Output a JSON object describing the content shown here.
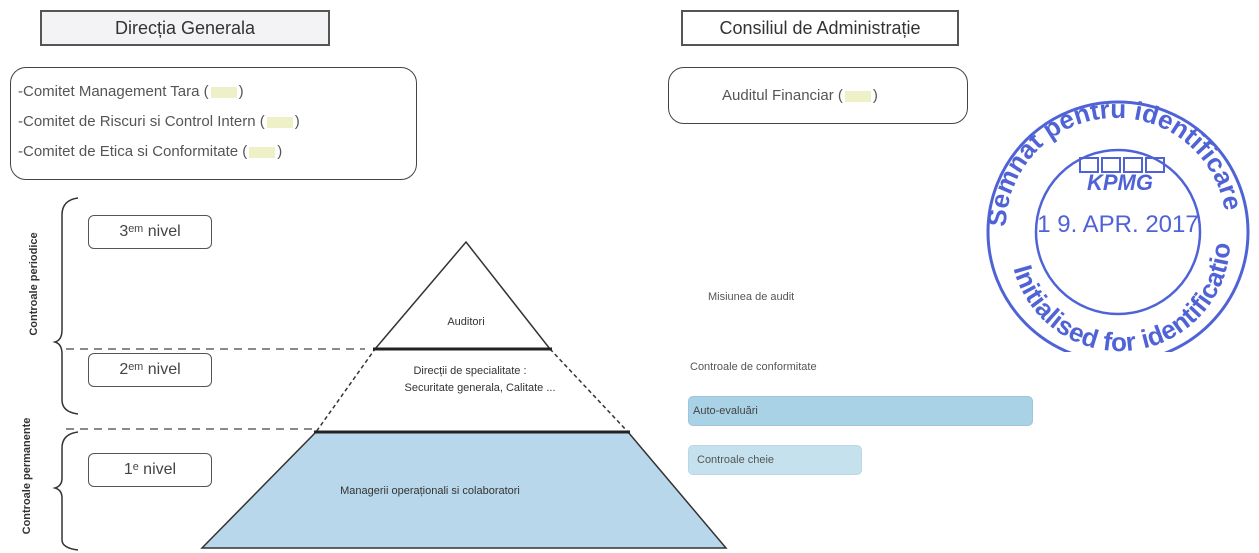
{
  "header_left": "Direcția Generala",
  "header_right": "Consiliul de Administrație",
  "committees": [
    {
      "label": "Comitet Management Tara (",
      "suffix": ")"
    },
    {
      "label": "Comitet de Riscuri si Control Intern (",
      "suffix": ")"
    },
    {
      "label": "Comitet de Etica si Conformitate (",
      "suffix": ")"
    }
  ],
  "audit_financiar": {
    "label": "Auditul Financiar (",
    "suffix": ")"
  },
  "levels": {
    "level3": "3ᵉᵐ nivel",
    "level2": "2ᵉᵐ nivel",
    "level1": "1ᵉ nivel"
  },
  "side_labels": {
    "periodic": "Controale periodice",
    "permanent": "Controale permanente"
  },
  "pyramid": {
    "top": "Auditori",
    "middle_line1": "Direcții de specialitate :",
    "middle_line2": "Securitate generala, Calitate ...",
    "bottom": "Managerii operaționali si colaboratori"
  },
  "right_labels": {
    "misiuni": "Misiunea de audit",
    "conformitate": "Controale de conformitate",
    "autoevaluare": "Auto-evaluări",
    "controale_cheie": "Controale cheie"
  },
  "stamp": {
    "top_text": "Semnat pentru identificare",
    "bottom_text": "Initialised for identification",
    "logo": "KPMG",
    "date": "1 9. APR. 2017"
  },
  "colors": {
    "pyramid_fill": "#b9d7ea",
    "bar_fill": "#a9d2e6",
    "stamp": "#4f63d6"
  }
}
